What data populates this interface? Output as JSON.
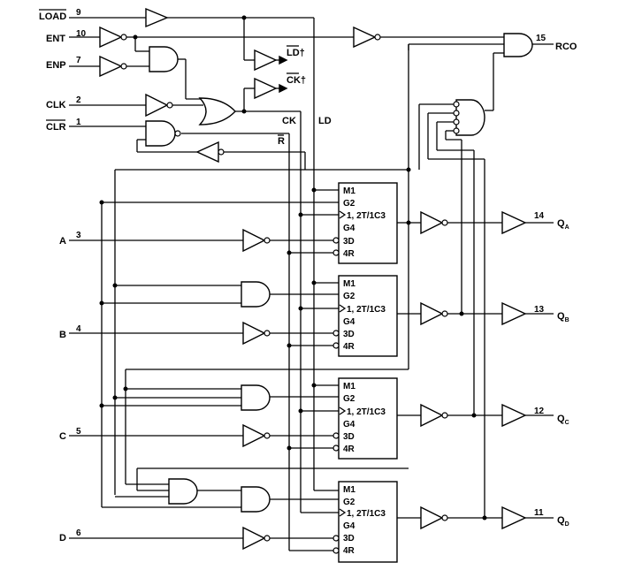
{
  "inputs": {
    "load": "LOAD",
    "ent": "ENT",
    "enp": "ENP",
    "clk": "CLK",
    "clr": "CLR",
    "a": "A",
    "b": "B",
    "c": "C",
    "d": "D"
  },
  "pins": {
    "load": "9",
    "ent": "10",
    "enp": "7",
    "clk": "2",
    "clr": "1",
    "a": "3",
    "b": "4",
    "c": "5",
    "d": "6",
    "rco": "15",
    "qa": "14",
    "qb": "13",
    "qc": "12",
    "qd": "11"
  },
  "outputs": {
    "rco": "RCO",
    "q_letter": "Q",
    "qa_sub": "A",
    "qb_sub": "B",
    "qc_sub": "C",
    "qd_sub": "D"
  },
  "internal": {
    "ld_dagger": "LD†",
    "ck_dagger": "CK†",
    "ck": "CK",
    "ld": "LD",
    "r_bar": "R"
  },
  "cell": {
    "m1": "M1",
    "g2": "G2",
    "clock": "1, 2T/1C3",
    "g4": "G4",
    "d3": "3D",
    "r4": "4R"
  }
}
